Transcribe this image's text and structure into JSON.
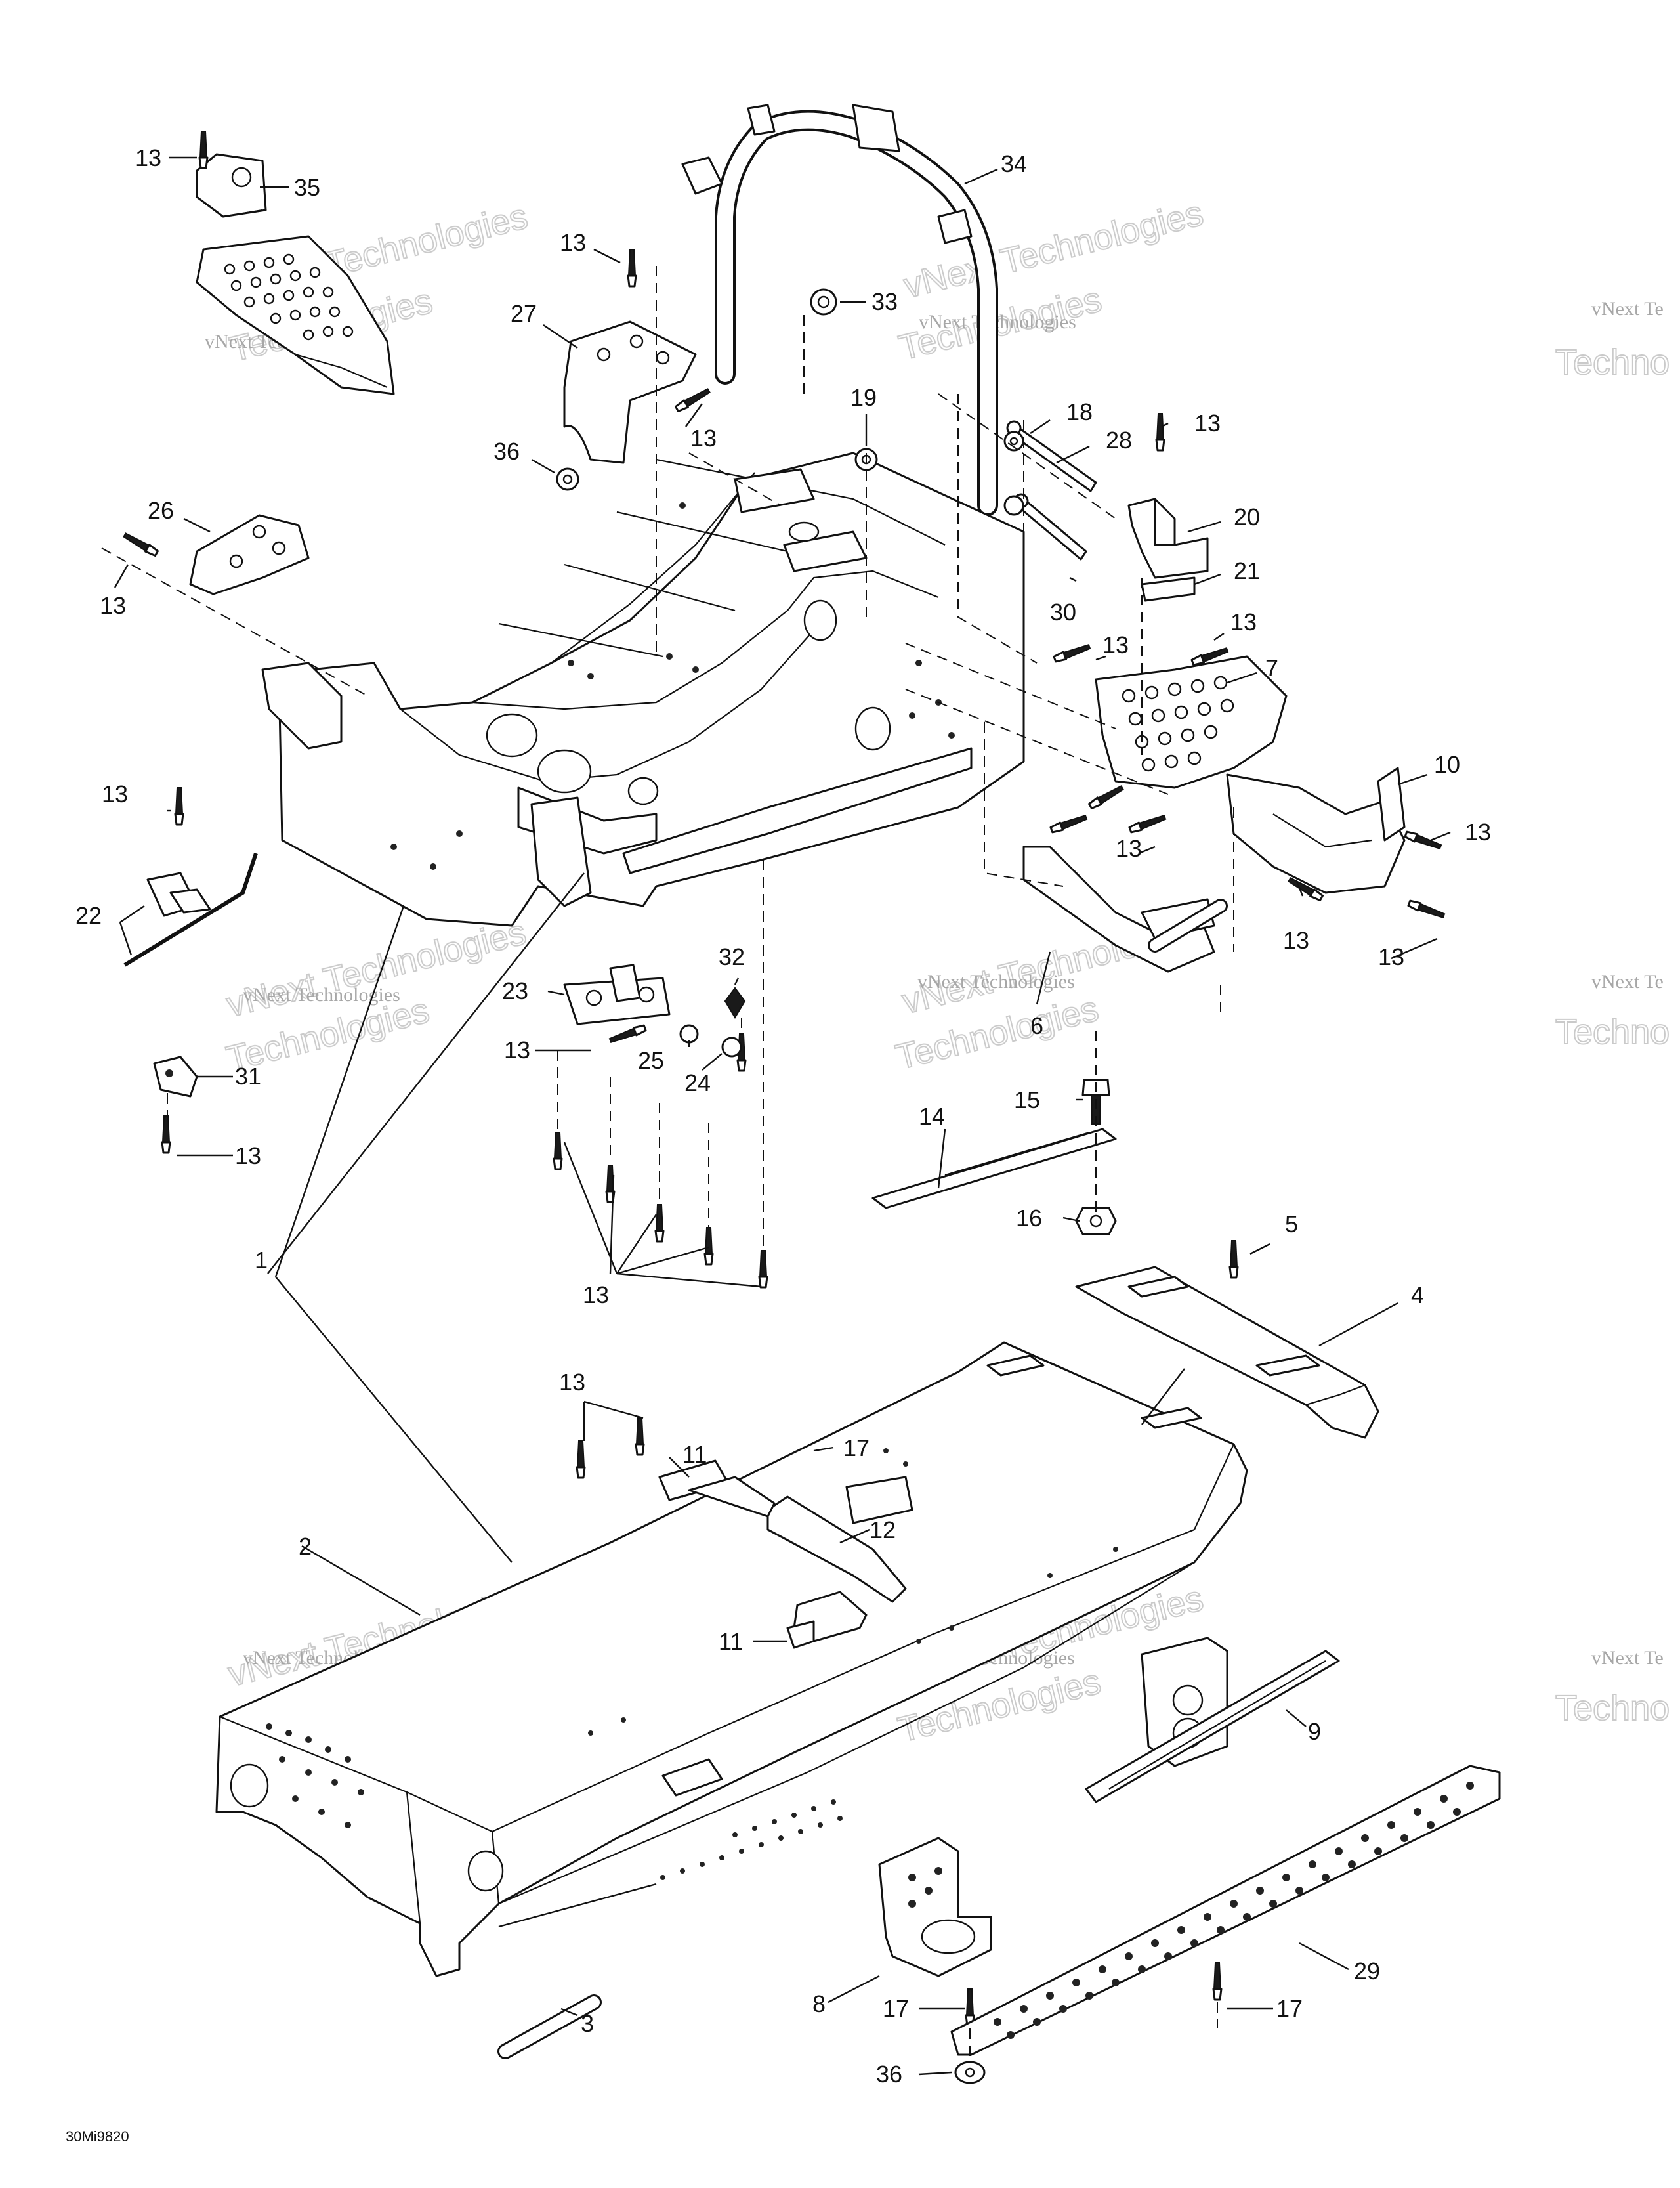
{
  "diagram": {
    "code": "30Mi9820",
    "watermark": {
      "line1": "vNext Technologies",
      "line2": "Technologies",
      "line3": "vNext Te",
      "line4": "Techno"
    },
    "callouts": [
      {
        "id": "c13a",
        "label": "13"
      },
      {
        "id": "c35",
        "label": "35"
      },
      {
        "id": "c34",
        "label": "34"
      },
      {
        "id": "c13b",
        "label": "13"
      },
      {
        "id": "c27",
        "label": "27"
      },
      {
        "id": "c33",
        "label": "33"
      },
      {
        "id": "c19",
        "label": "19"
      },
      {
        "id": "c18",
        "label": "18"
      },
      {
        "id": "c28",
        "label": "28"
      },
      {
        "id": "c13c",
        "label": "13"
      },
      {
        "id": "c36a",
        "label": "36"
      },
      {
        "id": "c13d",
        "label": "13"
      },
      {
        "id": "c26",
        "label": "26"
      },
      {
        "id": "c20",
        "label": "20"
      },
      {
        "id": "c21",
        "label": "21"
      },
      {
        "id": "c30",
        "label": "30"
      },
      {
        "id": "c13e",
        "label": "13"
      },
      {
        "id": "c13f",
        "label": "13"
      },
      {
        "id": "c13g",
        "label": "13"
      },
      {
        "id": "c7",
        "label": "7"
      },
      {
        "id": "c10",
        "label": "10"
      },
      {
        "id": "c13h",
        "label": "13"
      },
      {
        "id": "c13i",
        "label": "13"
      },
      {
        "id": "c22",
        "label": "22"
      },
      {
        "id": "c13j",
        "label": "13"
      },
      {
        "id": "c13k",
        "label": "13"
      },
      {
        "id": "c13l",
        "label": "13"
      },
      {
        "id": "c32",
        "label": "32"
      },
      {
        "id": "c23",
        "label": "23"
      },
      {
        "id": "c6",
        "label": "6"
      },
      {
        "id": "c13m",
        "label": "13"
      },
      {
        "id": "c25",
        "label": "25"
      },
      {
        "id": "c24",
        "label": "24"
      },
      {
        "id": "c31",
        "label": "31"
      },
      {
        "id": "c15",
        "label": "15"
      },
      {
        "id": "c14",
        "label": "14"
      },
      {
        "id": "c13n",
        "label": "13"
      },
      {
        "id": "c16",
        "label": "16"
      },
      {
        "id": "c1",
        "label": "1"
      },
      {
        "id": "c5",
        "label": "5"
      },
      {
        "id": "c13o",
        "label": "13"
      },
      {
        "id": "c4",
        "label": "4"
      },
      {
        "id": "c13p",
        "label": "13"
      },
      {
        "id": "c11a",
        "label": "11"
      },
      {
        "id": "c17a",
        "label": "17"
      },
      {
        "id": "c2",
        "label": "2"
      },
      {
        "id": "c12",
        "label": "12"
      },
      {
        "id": "c11b",
        "label": "11"
      },
      {
        "id": "c9",
        "label": "9"
      },
      {
        "id": "c29",
        "label": "29"
      },
      {
        "id": "c8",
        "label": "8"
      },
      {
        "id": "c17b",
        "label": "17"
      },
      {
        "id": "c17c",
        "label": "17"
      },
      {
        "id": "c36b",
        "label": "36"
      },
      {
        "id": "c3",
        "label": "3"
      }
    ]
  }
}
